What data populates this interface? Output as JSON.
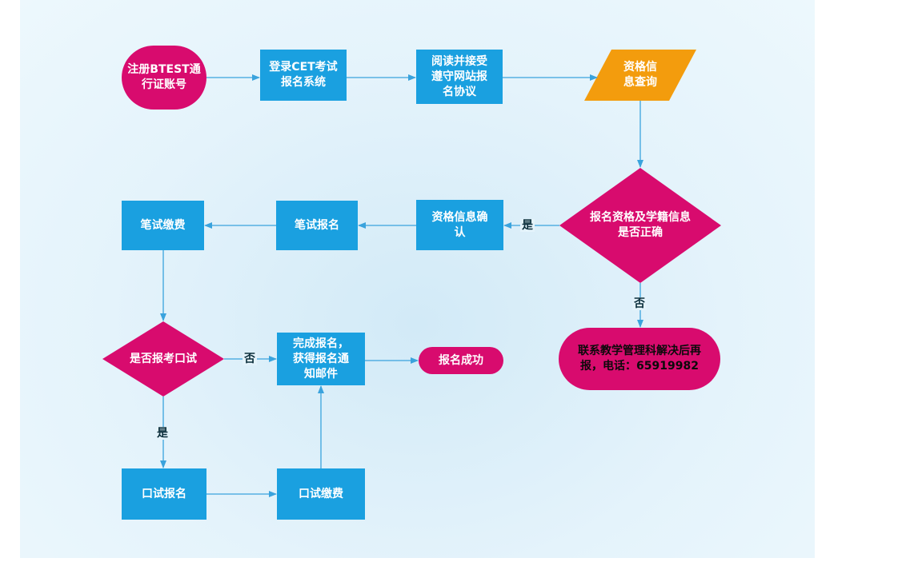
{
  "nodes": {
    "register_account": "注册BTEST通\n行证账号",
    "login_system": "登录CET考试\n报名系统",
    "read_agreement": "阅读并接受\n遵守网站报\n名协议",
    "qualification_query": "资格信\n息查询",
    "info_correct_decision": "报名资格及学籍信息\n是否正确",
    "contact_office": "联系教学管理科解决后再\n报，电话：65919982",
    "confirm_info": "资格信息确\n认",
    "written_signup": "笔试报名",
    "written_fee": "笔试缴费",
    "oral_decision": "是否报考口试",
    "complete_signup": "完成报名，\n获得报名通\n知邮件",
    "signup_success": "报名成功",
    "oral_signup": "口试报名",
    "oral_fee": "口试缴费"
  },
  "edge_labels": {
    "correct_yes": "是",
    "correct_no": "否",
    "oral_no": "否",
    "oral_yes": "是"
  },
  "colors": {
    "process_blue": "#1aa0e0",
    "terminal_magenta": "#d80b6e",
    "data_orange": "#f39c0d",
    "arrow": "#3aa3dd"
  }
}
